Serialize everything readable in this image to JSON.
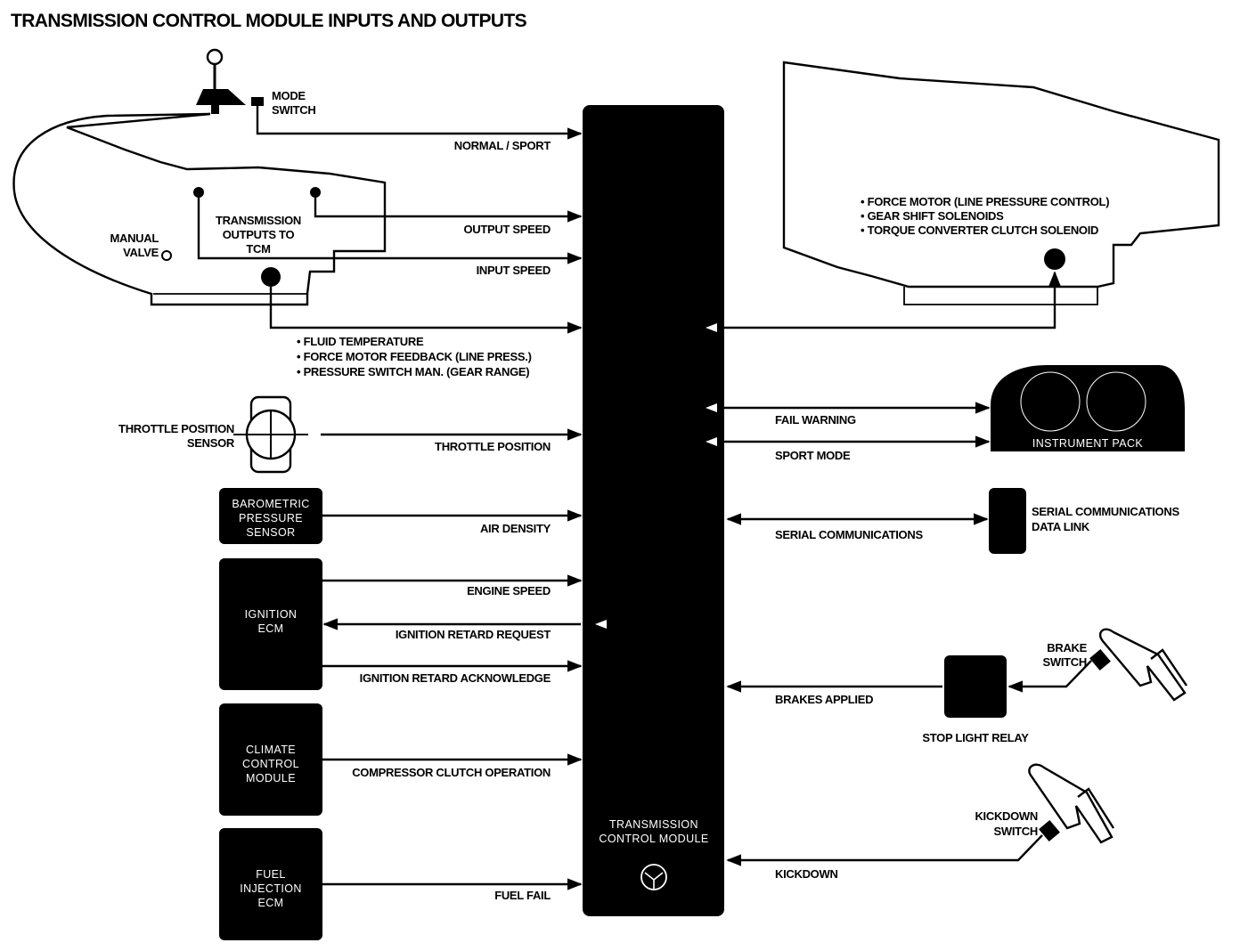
{
  "title": "TRANSMISSION CONTROL MODULE INPUTS AND OUTPUTS",
  "tcm": {
    "label_line1": "TRANSMISSION",
    "label_line2": "CONTROL MODULE"
  },
  "transmission": {
    "mode_switch": [
      "MODE",
      "SWITCH"
    ],
    "manual_valve": [
      "MANUAL",
      "VALVE"
    ],
    "outputs_to_tcm": [
      "TRANSMISSION",
      "OUTPUTS TO",
      "TCM"
    ]
  },
  "sensors": {
    "throttle_position_sensor": [
      "THROTTLE POSITION",
      "SENSOR"
    ],
    "barometric": [
      "BAROMETRIC",
      "PRESSURE",
      "SENSOR"
    ],
    "ignition_ecm": [
      "IGNITION",
      "ECM"
    ],
    "climate": [
      "CLIMATE",
      "CONTROL",
      "MODULE"
    ],
    "fuel_injection": [
      "FUEL",
      "INJECTION",
      "ECM"
    ]
  },
  "left_signals": {
    "normal_sport": "NORMAL / SPORT",
    "output_speed": "OUTPUT SPEED",
    "input_speed": "INPUT SPEED",
    "fluid_items": [
      "• FLUID TEMPERATURE",
      "• FORCE MOTOR FEEDBACK (LINE PRESS.)",
      "• PRESSURE SWITCH MAN. (GEAR RANGE)"
    ],
    "throttle_position": "THROTTLE POSITION",
    "air_density": "AIR DENSITY",
    "engine_speed": "ENGINE SPEED",
    "ignition_retard_request": "IGNITION RETARD REQUEST",
    "ignition_retard_ack": "IGNITION RETARD ACKNOWLEDGE",
    "compressor": "COMPRESSOR CLUTCH OPERATION",
    "fuel_fail": "FUEL FAIL"
  },
  "right_side": {
    "outputs": [
      "• FORCE MOTOR (LINE PRESSURE CONTROL)",
      "• GEAR SHIFT SOLENOIDS",
      "• TORQUE CONVERTER CLUTCH SOLENOID"
    ],
    "fail_warning": "FAIL WARNING",
    "sport_mode": "SPORT MODE",
    "instrument_pack": "INSTRUMENT PACK",
    "serial_comms": "SERIAL COMMUNICATIONS",
    "serial_link": [
      "SERIAL COMMUNICATIONS",
      "DATA LINK"
    ],
    "brake_switch": [
      "BRAKE",
      "SWITCH"
    ],
    "brakes_applied": "BRAKES APPLIED",
    "stop_light_relay": "STOP LIGHT RELAY",
    "kickdown_switch": [
      "KICKDOWN",
      "SWITCH"
    ],
    "kickdown": "KICKDOWN"
  }
}
